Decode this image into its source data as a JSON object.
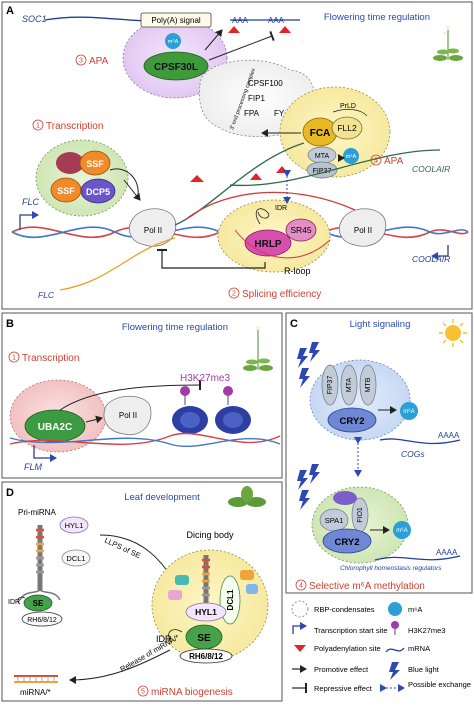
{
  "panelA": {
    "letter": "A",
    "soc1": "SOC1",
    "polya_signal": "Poly(A) signal",
    "aaa_1": "AAA",
    "aaa_2": "AAA",
    "m6a": "m⁶A",
    "cpsf30l": "CPSF30L",
    "apa_num_1": "3",
    "apa_1": "APA",
    "cpsf100": "CPSF100",
    "fip1": "FIP1",
    "fpa": "FPA",
    "fy": "FY",
    "complex": "3′ end processing complex",
    "prld": "PrLD",
    "fca": "FCA",
    "fll2": "FLL2",
    "mta": "MTA",
    "fip37": "FIP37",
    "transcription_num": "1",
    "transcription": "Transcription",
    "apa_num_2": "3",
    "apa_2": "APA",
    "ssf_1": "SSF",
    "ssf_2": "SSF",
    "dcp5": "DCP5",
    "flc_1": "FLC",
    "polii_1": "Pol II",
    "polii_2": "Pol II",
    "idr": "IDR",
    "hrlp": "HRLP",
    "sr45": "SR45",
    "coolair_1": "COOLAIR",
    "coolair_2": "COOLAIR",
    "rloop": "R-loop",
    "flc_2": "FLC",
    "splicing_num": "2",
    "splicing": "Splicing efficiency",
    "flowering": "Flowering time regulation"
  },
  "panelB": {
    "letter": "B",
    "transcription_num": "1",
    "transcription": "Transcription",
    "flowering": "Flowering time regulation",
    "h3k27me3": "H3K27me3",
    "uba2c": "UBA2C",
    "polii": "Pol II",
    "flm": "FLM"
  },
  "panelC": {
    "letter": "C",
    "light_signaling": "Light signaling",
    "fip37": "FIP37",
    "mta": "MTA",
    "mtb": "MTB",
    "cry2_1": "CRY2",
    "m6a_1": "m⁶A",
    "cogs": "COGs",
    "aaaa_1": "AAAA",
    "spa1": "SPA1",
    "fio1": "FIO1",
    "cry2_2": "CRY2",
    "m6a_2": "m⁶A",
    "aaaa_2": "AAAA",
    "chlorophyll": "Chlorophyll homeostasis regulators",
    "selective_num": "4",
    "selective": "Selective m⁶A methylation"
  },
  "panelD": {
    "letter": "D",
    "leaf_dev": "Leaf development",
    "pri_mirna": "Pri-miRNA",
    "hyl1": "HYL1",
    "dcl1": "DCL1",
    "llps": "LLPS of SE",
    "dicing_body": "Dicing body",
    "idr_left": "IDR",
    "se": "SE",
    "rh": "RH6/8/12",
    "hyl1_body": "HYL1",
    "dcl1_body": "DCL1",
    "idr_body": "IDR",
    "se_body": "SE",
    "rh_body": "RH6/8/12",
    "release": "Release of miRNA/*",
    "mirna": "miRNA/*",
    "biogenesis_num": "5",
    "biogenesis": "miRNA biogenesis"
  },
  "legend": {
    "rbp": "RBP-condensates",
    "tss": "Transcription start site",
    "polya": "Polyadenylation site",
    "promotive": "Promotive effect",
    "repressive": "Repressive effect",
    "m6a": "m⁶A",
    "h3k27me3": "H3K27me3",
    "mrna": "mRNA",
    "blue_light": "Blue light",
    "possible": "Possible exchange"
  },
  "colors": {
    "red_label": "#d2402f",
    "blue_label": "#2b4aa8",
    "cpsf_green": "#3f9a3b",
    "fca_yellow": "#e9b825",
    "hrlp_pink": "#d94fb0",
    "ssf_orange": "#f08a2a",
    "dcp5_purple": "#6a56c8",
    "uba2c_green": "#3c9a43",
    "cry2_blue": "#6f88d6",
    "se_green": "#46a24a",
    "m6a_cyan": "#2a9fd8"
  }
}
